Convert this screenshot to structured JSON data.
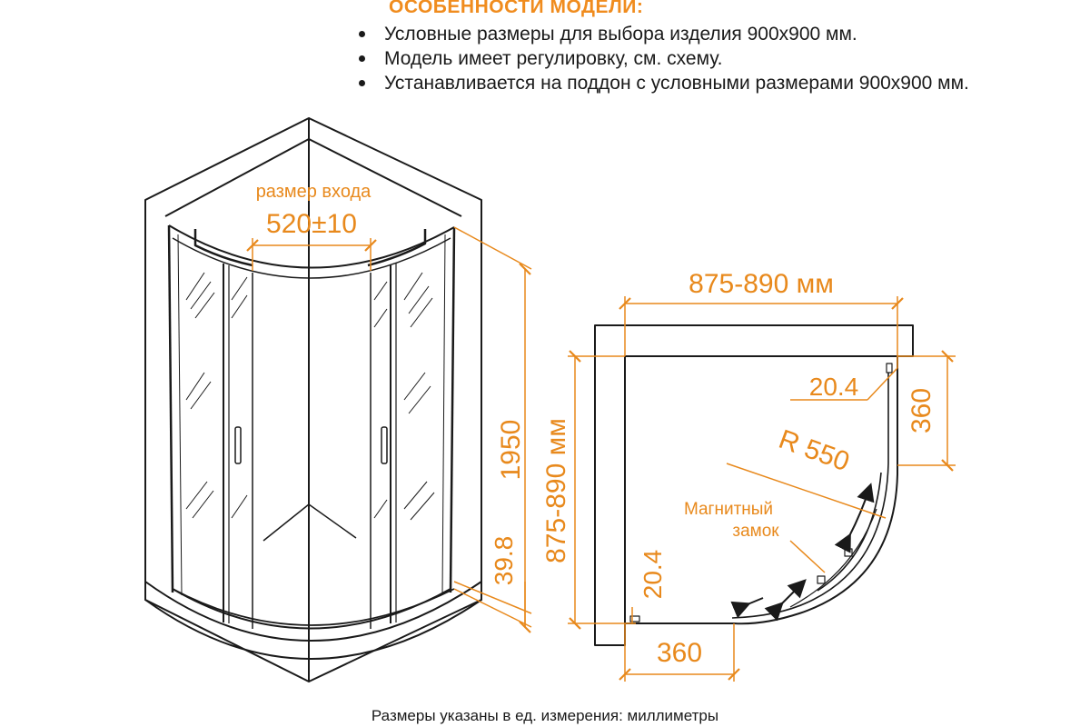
{
  "header": {
    "title": "ОСОБЕННОСТИ МОДЕЛИ:"
  },
  "features": [
    "Условные размеры для выбора изделия 900х900 мм.",
    "Модель имеет регулировку, см. схему.",
    "Устанавливается на поддон с условными размерами 900х900 мм."
  ],
  "front_view": {
    "entry_label": "размер входа",
    "entry_value": "520±10",
    "height_value": "1950",
    "tray_value": "39.8"
  },
  "plan_view": {
    "width_label": "875-890 мм",
    "depth_label": "875-890 мм",
    "gap_top": "20.4",
    "gap_left": "20.4",
    "side_top": "360",
    "side_bottom": "360",
    "radius": "R 550",
    "magnet_label_line1": "Магнитный",
    "magnet_label_line2": "замок"
  },
  "colors": {
    "dimension": "#e8891c",
    "line": "#1a1a1a",
    "wall_shade": "#ffffff"
  },
  "footer": {
    "note": "Размеры указаны в ед. измерения: миллиметры"
  }
}
